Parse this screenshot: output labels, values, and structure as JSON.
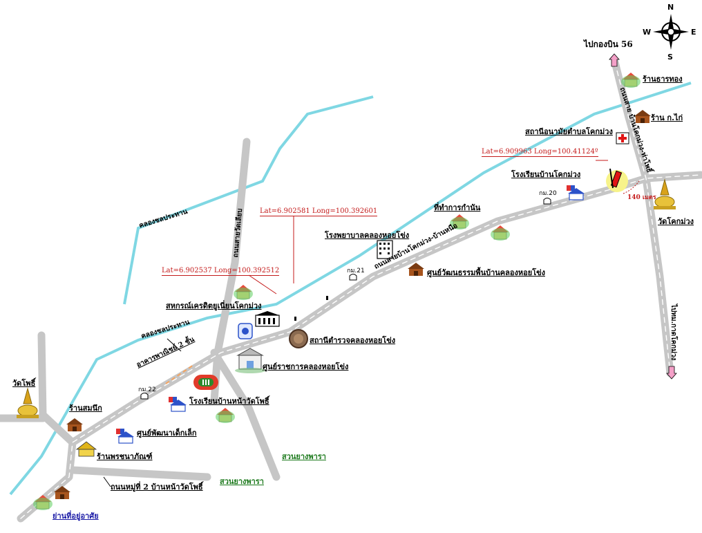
{
  "compass": {
    "n": "N",
    "s": "S",
    "e": "E",
    "w": "W"
  },
  "roads": {
    "to_wing56": "ไปกองบิน 56",
    "to_klongmuang_district": "ไปทม.กาดโคกม่วง",
    "main_road": "ถนนสายบ้านโคกม่วง-บ้านหนือ",
    "north_road": "ถนนสาย บ้านโคกม่วง-ท่าโพธิ์",
    "wat_road": "ถนนสายวัดเลียบ",
    "village_road": "ถนนหมู่ที่ 2 บ้านหน้าวัดโพธิ์"
  },
  "canals": {
    "upper": "คลองชลประทาน",
    "lower": "คลองชลประทาน"
  },
  "coordinates": {
    "c1": "Lat=6.909963  Long=100.41124º",
    "c2": "Lat=6.902581  Long=100.392601",
    "c3": "Lat=6.902537  Long=100.392512"
  },
  "distance": "140 เมตร",
  "km_markers": {
    "km20": "กม.20",
    "km21": "กม.21",
    "km22": "กม.22"
  },
  "places": {
    "gold_shop": "ร้านธารทอง",
    "kor_kai_shop": "ร้าน ก.ไก่",
    "health_station": "สถานีอนามัยตำบลโคกม่วง",
    "school_khokmuang": "โรงเรียนบ้านโคกม่วง",
    "wat_khokmuang": "วัดโคกม่วง",
    "subdistrict_office": "ที่ทำการกำนัน",
    "hospital": "โรงพยาบาลคลองหอยโข่ง",
    "culture_center": "ศูนย์วัฒนธรรมพื้นบ้านคลองหอยโข่ง",
    "credit_union": "สหกรณ์เครดิตยูเนี่ยนโคกม่วง",
    "police": "สถานีตำรวจคลองหอยโข่ง",
    "gov_center": "ศูนย์ราชการคลองหอยโข่ง",
    "commercial_building": "อาคารพาณิชย์ 2 ชั้น",
    "school_watpho": "โรงเรียนบ้านหน้าวัดโพธิ์",
    "wat_pho": "วัดโพธิ์",
    "sombuk_shop": "ร้านสมนึก",
    "child_center": "ศูนย์พัฒนาเด็กเล็ก",
    "pornchanaphan_shop": "ร้านพรชนาภัณฑ์",
    "rubber1": "สวนยางพารา",
    "rubber2": "สวนยางพารา",
    "residential": "ย่านที่อยู่อาศัย"
  },
  "colors": {
    "road_fill": "#c6c6c6",
    "canal": "#7fd7e3",
    "label_red": "#c41a1a",
    "label_blue": "#1a1aa6",
    "label_green": "#1d7a1d"
  }
}
